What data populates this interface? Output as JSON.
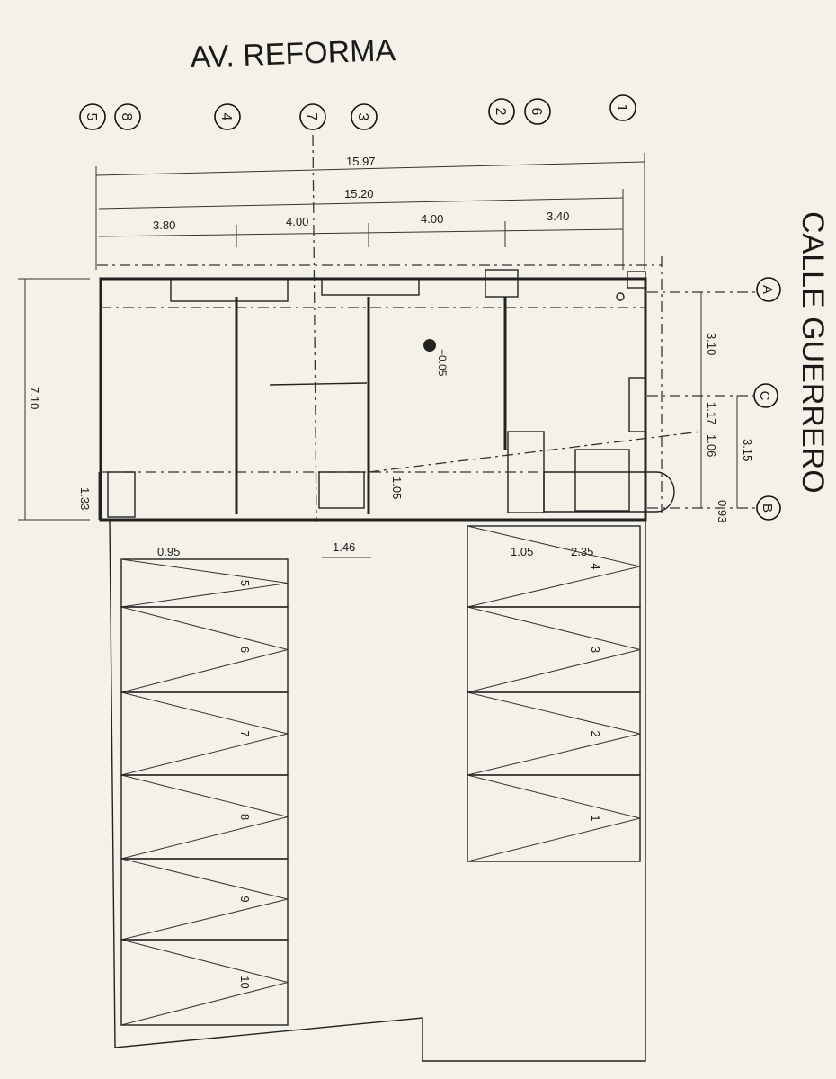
{
  "streets": {
    "top": "AV. REFORMA",
    "right": "CALLE GUERRERO"
  },
  "grid_axes_top": [
    "5",
    "8",
    "4",
    "7",
    "3",
    "2",
    "6",
    "1"
  ],
  "grid_axes_right": [
    "A",
    "C",
    "B"
  ],
  "dimensions": {
    "overall": "15.97",
    "axes_total": "15.20",
    "bays": [
      "3.80",
      "4.00",
      "4.00",
      "3.40"
    ],
    "depth": "7.10",
    "left_small": "1.33",
    "right": [
      "3.10",
      "1.17",
      "1.06",
      "3.15",
      "0.93"
    ],
    "bottom": [
      "0.95",
      "1.46",
      "1.05",
      "2.35"
    ],
    "bath_door": "1.05",
    "level": "+0.05"
  },
  "parking_left": [
    "5",
    "6",
    "7",
    "8",
    "9",
    "10"
  ],
  "parking_right": [
    "4",
    "3",
    "2",
    "1"
  ]
}
